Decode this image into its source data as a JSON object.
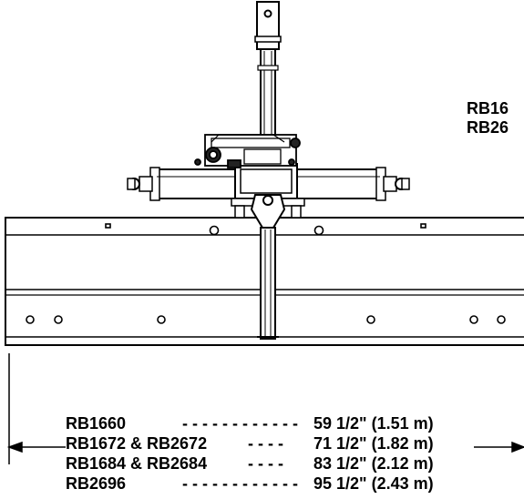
{
  "model_callout": [
    "RB16",
    "RB26"
  ],
  "dimensions": [
    {
      "model": "RB1660",
      "dashes": "- - - - - - - - - - - -",
      "width": "59 1/2\" (1.51 m)"
    },
    {
      "model": "RB1672 & RB2672",
      "dashes": "- - - -",
      "width": "71 1/2\" (1.82 m)"
    },
    {
      "model": "RB1684 & RB2684",
      "dashes": "- - - -",
      "width": "83 1/2\" (2.12 m)"
    },
    {
      "model": "RB2696",
      "dashes": "- - - - - - - - - - - -",
      "width": "95 1/2\" (2.43 m)"
    }
  ]
}
